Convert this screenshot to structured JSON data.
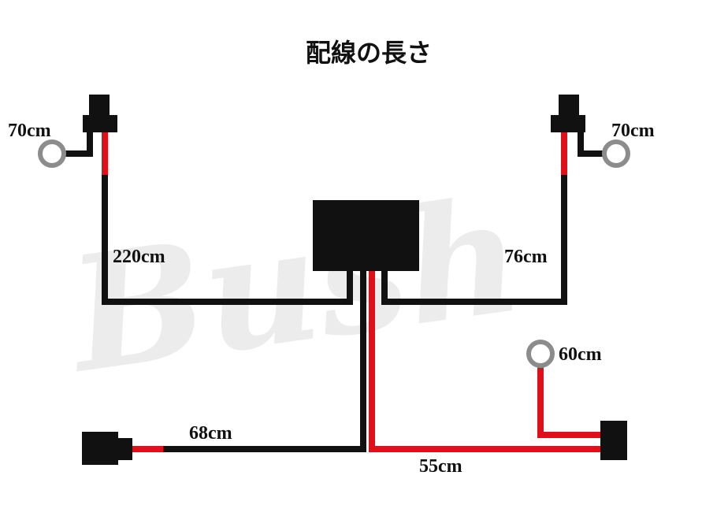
{
  "title": "配線の長さ",
  "watermark": "Bush",
  "labels": {
    "top_left_ring": "70cm",
    "top_right_ring": "70cm",
    "left_main": "220cm",
    "right_main": "76cm",
    "bottom_right_ring": "60cm",
    "bottom_left": "68cm",
    "bottom_right": "55cm"
  },
  "colors": {
    "wire_black": "#111111",
    "wire_red": "#e0101a",
    "ring": "#8c8c8c",
    "watermark": "#ececec"
  }
}
